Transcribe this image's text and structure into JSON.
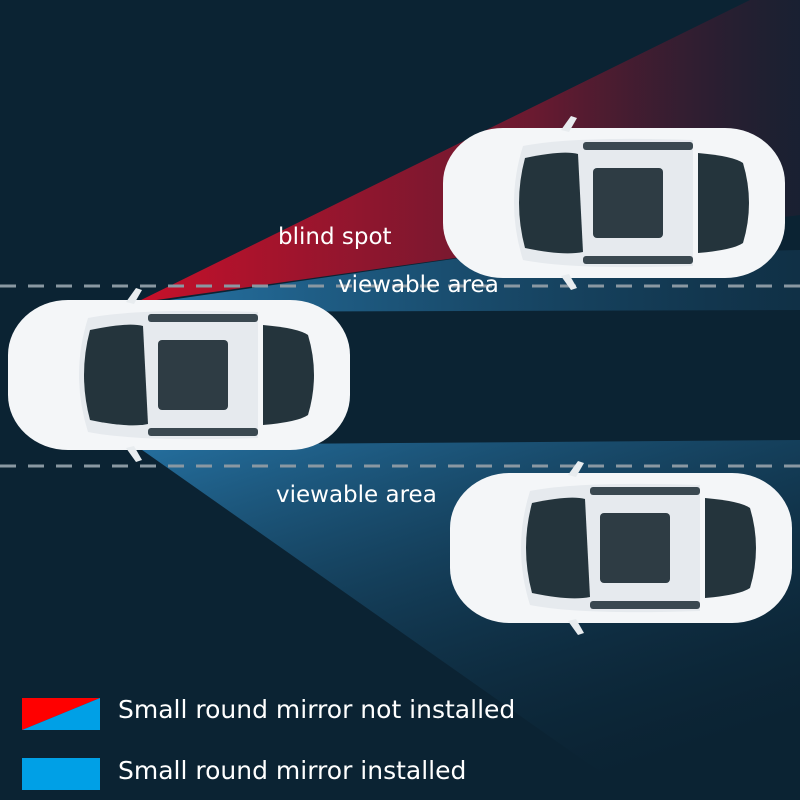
{
  "labels": {
    "blind_spot": "blind spot",
    "viewable_top": "viewable area",
    "viewable_bottom": "viewable area"
  },
  "legend": [
    {
      "text": "Small round mirror not installed",
      "colors": [
        "#ff0000",
        "#00a0e6"
      ]
    },
    {
      "text": "Small round mirror installed",
      "colors": [
        "#00a0e6"
      ]
    }
  ],
  "colors": {
    "background": "#0b2333",
    "blind_spot": "#b0122a",
    "viewable": "#1d6c9a",
    "lane_dash": "#8a98a2"
  }
}
